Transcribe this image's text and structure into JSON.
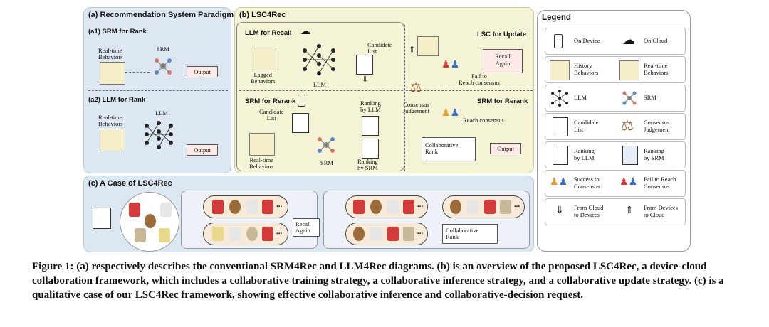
{
  "panel_a": {
    "title": "(a) Recommendation System Paradigm",
    "a1_title": "(a1) SRM for Rank",
    "a1_input": "Real-time\nBehaviors",
    "a1_model": "SRM",
    "a1_output": "Output",
    "a2_title": "(a2) LLM for Rank",
    "a2_input": "Real-time\nBehaviors",
    "a2_model": "LLM",
    "a2_output": "Output"
  },
  "panel_b": {
    "title": "(b) LSC4Rec",
    "recall_title": "LLM for Recall",
    "lagged": "Lagged\nBehaviors",
    "llm": "LLM",
    "candidate_list": "Candidate\nList",
    "rerank_title": "SRM for Rerank",
    "candidate_list2": "Candidate\nList",
    "ranking_llm": "Ranking\nby LLM",
    "ranking_srm": "Ranking\nby SRM",
    "realtime": "Real-time\nBehaviors",
    "srm": "SRM",
    "consensus": "Consensus\nJudgement",
    "lsc_update": "LSC for Update",
    "recall_again": "Recall\nAgain",
    "fail": "Fail to\nReach consensus",
    "srm_rerank": "SRM for Rerank",
    "reach": "Reach consensus",
    "collab_rank": "Collaborative\nRank",
    "output": "Output"
  },
  "panel_c": {
    "title": "(c) A Case of LSC4Rec",
    "recall_again": "Recall\nAgain",
    "collab_rank": "Collaborative\nRank",
    "ellipsis": "..."
  },
  "legend": {
    "title": "Legend",
    "items": [
      {
        "left": "On Device",
        "right": "On Cloud"
      },
      {
        "left": "History\nBehaviors",
        "right": "Real-time\nBehaviors"
      },
      {
        "left": "LLM",
        "right": "SRM"
      },
      {
        "left": "Candidate\nList",
        "right": "Consensus\nJudgement"
      },
      {
        "left": "Ranking\nby LLM",
        "right": "Ranking\nby SRM"
      },
      {
        "left": "Success to\nConsensus",
        "right": "Fail to Reach\nConsensus"
      },
      {
        "left": "From Cloud\nto Devices",
        "right": "From Devices\nto Cloud"
      }
    ],
    "down_arrow": "⇓",
    "up_arrow": "⇑"
  },
  "caption": "Figure 1: (a) respectively describes the conventional SRM4Rec and LLM4Rec diagrams. (b) is an overview of the proposed LSC4Rec, a device-cloud collaboration framework, which includes a collaborative training strategy, a collaborative inference strategy, and a collaborative update strategy. (c) is a qualitative case of our LSC4Rec framework, showing effective collaborative inference and collaborative-decision request.",
  "colors": {
    "panel_blue": "#dde7f2",
    "panel_yellow": "#f5f3d6",
    "output_box": "#fde9e6",
    "accent_red": "#d23b3b",
    "accent_blue": "#3a6fc4"
  }
}
